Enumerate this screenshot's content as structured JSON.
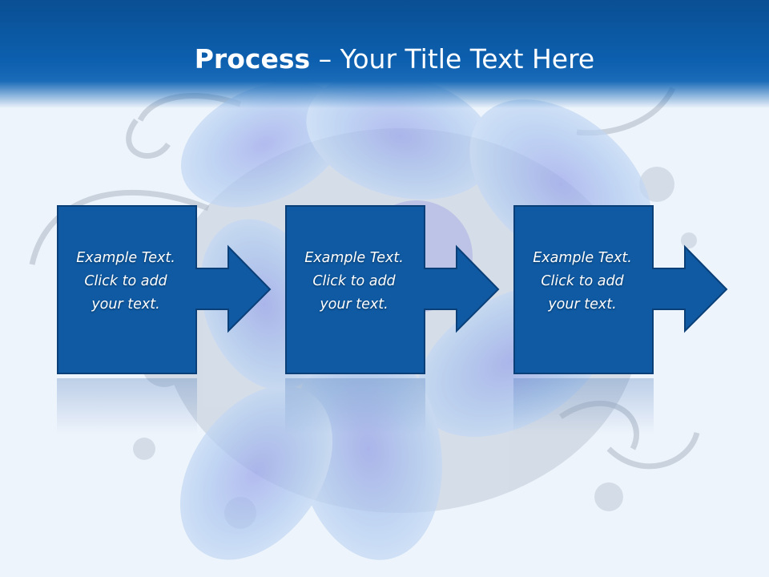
{
  "slide": {
    "title_bold": "Process",
    "title_rest": " – Your Title Text Here",
    "steps": [
      {
        "text": "Example Text.\nClick  to add\nyour text."
      },
      {
        "text": "Example Text.\nClick  to add\nyour text."
      },
      {
        "text": "Example Text.\nClick  to add\nyour text."
      }
    ]
  },
  "colors": {
    "title_bar": "#0c5fae",
    "box_fill": "#0f5aa3",
    "box_border": "#0a3f78",
    "flower": "#7fa8e6"
  }
}
